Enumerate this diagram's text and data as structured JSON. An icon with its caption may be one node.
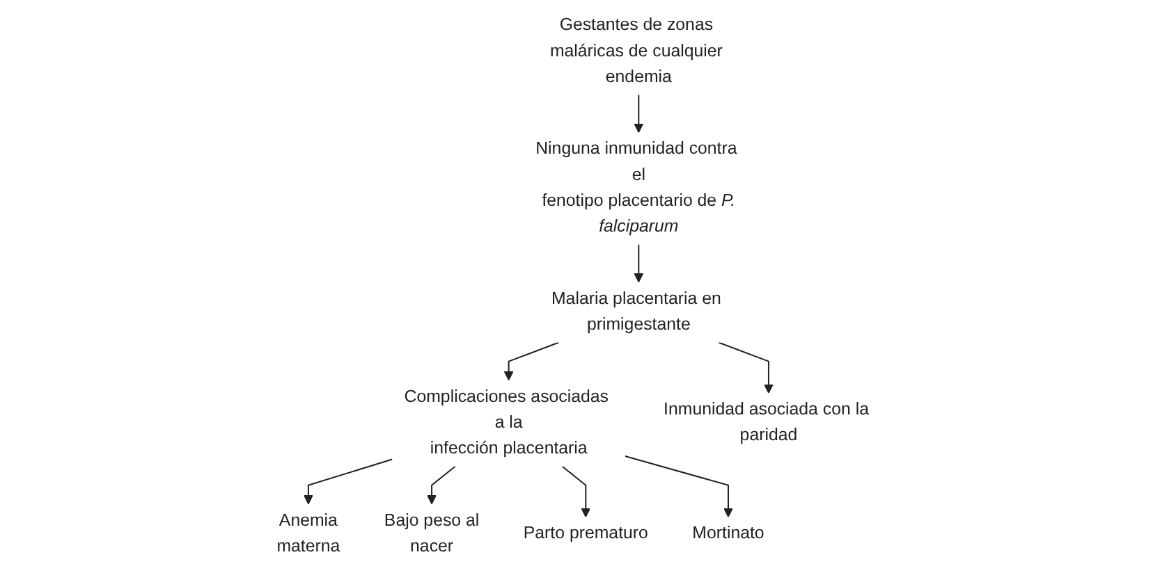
{
  "diagram": {
    "nodes": [
      {
        "text": [
          "Gestantes de zonas maláricas de cualquier endemia"
        ]
      },
      {
        "text": [
          "Ninguna inmunidad contra el fenotipo placentario de *P. falciparum*"
        ]
      },
      {
        "text": [
          "Malaria placentaria en primigestante"
        ]
      },
      {
        "text": [
          "Complicaciones asociadas a la infección placentaria"
        ]
      },
      {
        "text": [
          "Inmunidad asociada con la paridad"
        ]
      },
      {
        "text": [
          "Anemia materna"
        ]
      },
      {
        "text": [
          "Bajo peso al nacer"
        ]
      },
      {
        "text": [
          "Parto prematuro"
        ]
      },
      {
        "text": [
          "Mortinato"
        ]
      }
    ],
    "edges": [
      {
        "from": 0,
        "to": 1,
        "arrow": "to"
      },
      {
        "from": 1,
        "to": 2,
        "arrow": "to"
      },
      {
        "from": 2,
        "to": 3,
        "arrow": "to"
      },
      {
        "from": 2,
        "to": 4,
        "arrow": "to"
      },
      {
        "from": 3,
        "to": 5,
        "arrow": "to"
      },
      {
        "from": 3,
        "to": 6,
        "arrow": "to"
      },
      {
        "from": 3,
        "to": 7,
        "arrow": "to"
      },
      {
        "from": 3,
        "to": 8,
        "arrow": "to"
      }
    ]
  }
}
